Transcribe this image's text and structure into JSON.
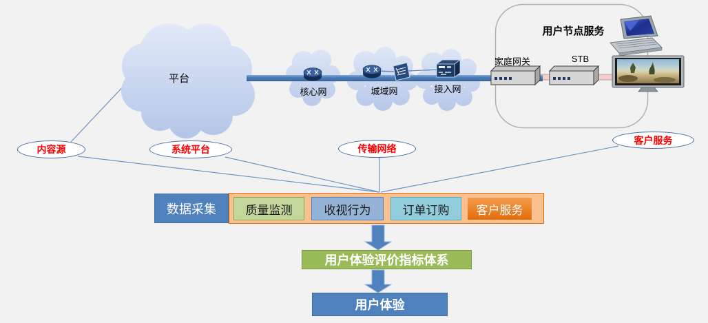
{
  "network": {
    "platform_label": "平台",
    "core_label": "核心网",
    "metro_label": "城域网",
    "access_label": "接入网"
  },
  "user_node": {
    "title": "用户节点服务",
    "home_gateway_label": "家庭网关",
    "stb_label": "STB"
  },
  "callouts": {
    "content_source": "内容源",
    "system_platform": "系统平台",
    "transport_network": "传输网络",
    "customer_service": "客户服务"
  },
  "data_collection": {
    "label": "数据采集",
    "items": [
      {
        "label": "质量监测"
      },
      {
        "label": "收视行为"
      },
      {
        "label": "订单订购"
      },
      {
        "label": "客户服务"
      }
    ]
  },
  "flow": {
    "index_system_label": "用户体验评价指标体系",
    "user_experience_label": "用户体验"
  },
  "colors": {
    "background": "#f2f2f2",
    "accent_blue": "#4f81bd",
    "accent_green": "#9bbb59",
    "callout_text_red": "#ff0000",
    "callout_border_blue": "#41689e",
    "orange_container_fill": "#fac090",
    "orange_container_border": "#e36c09",
    "item_green_fill": "#c3d69b",
    "item_bluegray_fill": "#95b3d7",
    "item_cyan_fill": "#92cddc",
    "item_orange_fill": "#ed7d31",
    "cloud_fill_top": "#e3eaf8",
    "cloud_fill_bottom": "#b6c7e9",
    "pink_link_fill": "#f0d0cd"
  }
}
